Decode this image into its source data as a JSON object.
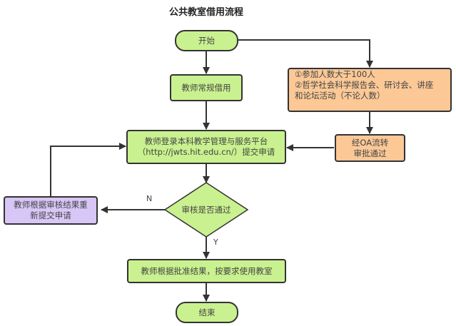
{
  "title": "公共教室借用流程",
  "colors": {
    "process_fill": "#c9f18f",
    "special_fill": "#fbc896",
    "resubmit_fill": "#d8c6f6",
    "stroke": "#333333"
  },
  "nodes": {
    "start": "开始",
    "regular": "教师常规借用",
    "special_line1": "①参加人数大于100人",
    "special_line2": "②哲学社会科学报告会、研讨会、讲座",
    "special_line3": "和论坛活动（不论人数）",
    "oa_line1": "经OA流转",
    "oa_line2": "审批通过",
    "submit_line1": "教师登录本科教学管理与服务平台",
    "submit_line2": "（http://jwts.hit.edu.cn/）提交申请",
    "decision": "审核是否通过",
    "resubmit_line1": "教师根据审核结果重",
    "resubmit_line2": "新提交申请",
    "use": "教师根据批准结果，按要求使用教室",
    "end": "结束"
  },
  "edge_labels": {
    "no": "N",
    "yes": "Y"
  }
}
